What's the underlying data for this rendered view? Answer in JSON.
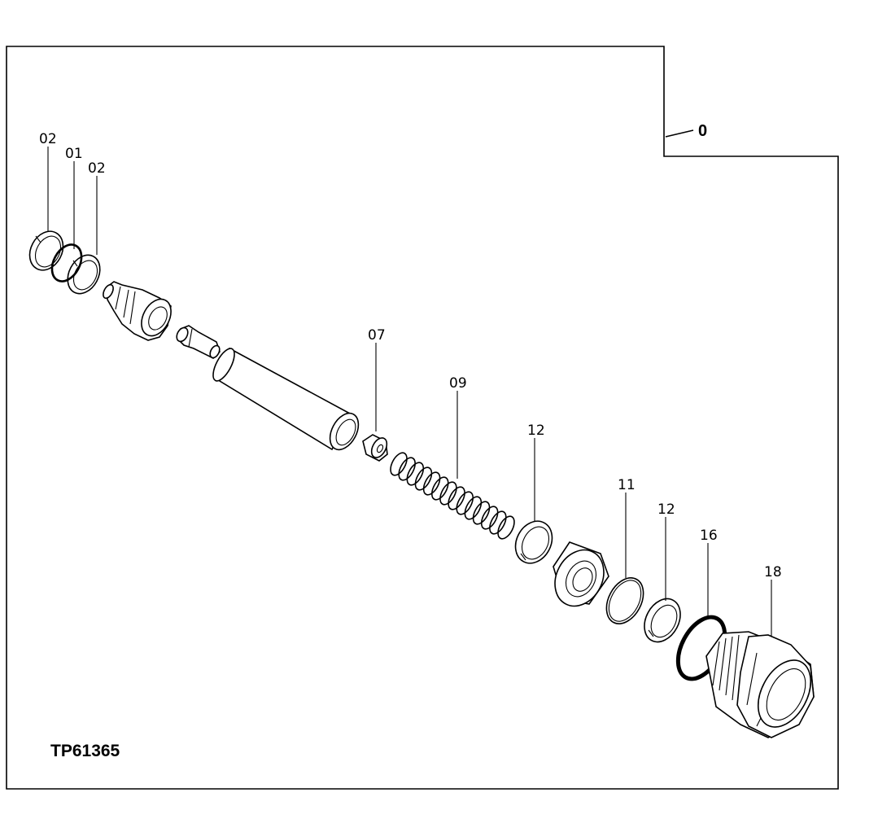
{
  "figure_id": "TP61365",
  "assembly_callout": "0",
  "callouts": [
    {
      "key": "ring-02-a",
      "text": "02"
    },
    {
      "key": "oring-01",
      "text": "01"
    },
    {
      "key": "ring-02-b",
      "text": "02"
    },
    {
      "key": "cap-07",
      "text": "07"
    },
    {
      "key": "spring-09",
      "text": "09"
    },
    {
      "key": "ring-12-a",
      "text": "12"
    },
    {
      "key": "oring-11",
      "text": "11"
    },
    {
      "key": "ring-12-b",
      "text": "12"
    },
    {
      "key": "oring-16",
      "text": "16"
    },
    {
      "key": "plug-18",
      "text": "18"
    }
  ]
}
